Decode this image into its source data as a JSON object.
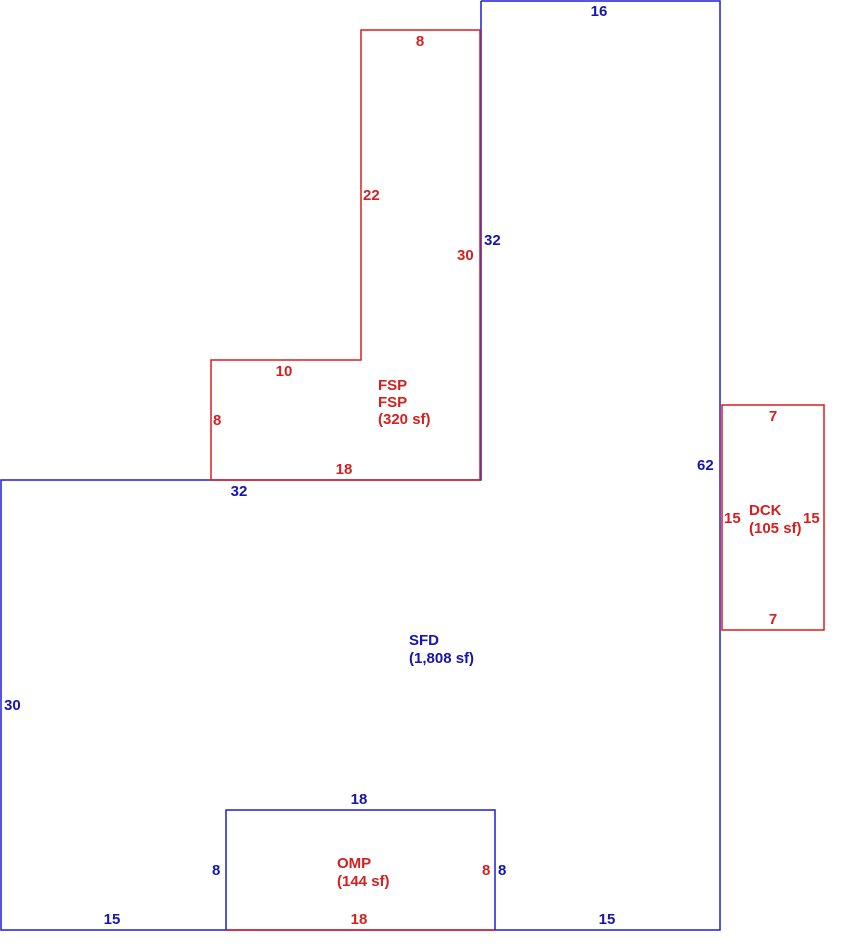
{
  "colors": {
    "building_line": "#1e1ed2",
    "addition_line": "#dc1e1e",
    "building_text": "#1515b0",
    "addition_text": "#d42020"
  },
  "sfd": {
    "code": "SFD",
    "area": "(1,808 sf)",
    "dims": {
      "top": "16",
      "upper_left": "32",
      "right": "62",
      "ledge": "32",
      "left": "30",
      "bottom_left": "15",
      "bottom_right": "15"
    }
  },
  "fsp": {
    "code": "FSP",
    "code2": "FSP",
    "area": "(320 sf)",
    "dims": {
      "top": "8",
      "upper_left": "22",
      "right": "30",
      "step": "10",
      "lower_left": "8",
      "bottom": "18"
    }
  },
  "dck": {
    "code": "DCK",
    "area": "(105 sf)",
    "dims": {
      "top": "7",
      "left": "15",
      "right": "15",
      "bottom": "7"
    }
  },
  "omp": {
    "code": "OMP",
    "area": "(144 sf)",
    "dims": {
      "top": "18",
      "left": "8",
      "right_inner": "8",
      "right_outer": "8",
      "bottom": "18"
    }
  }
}
